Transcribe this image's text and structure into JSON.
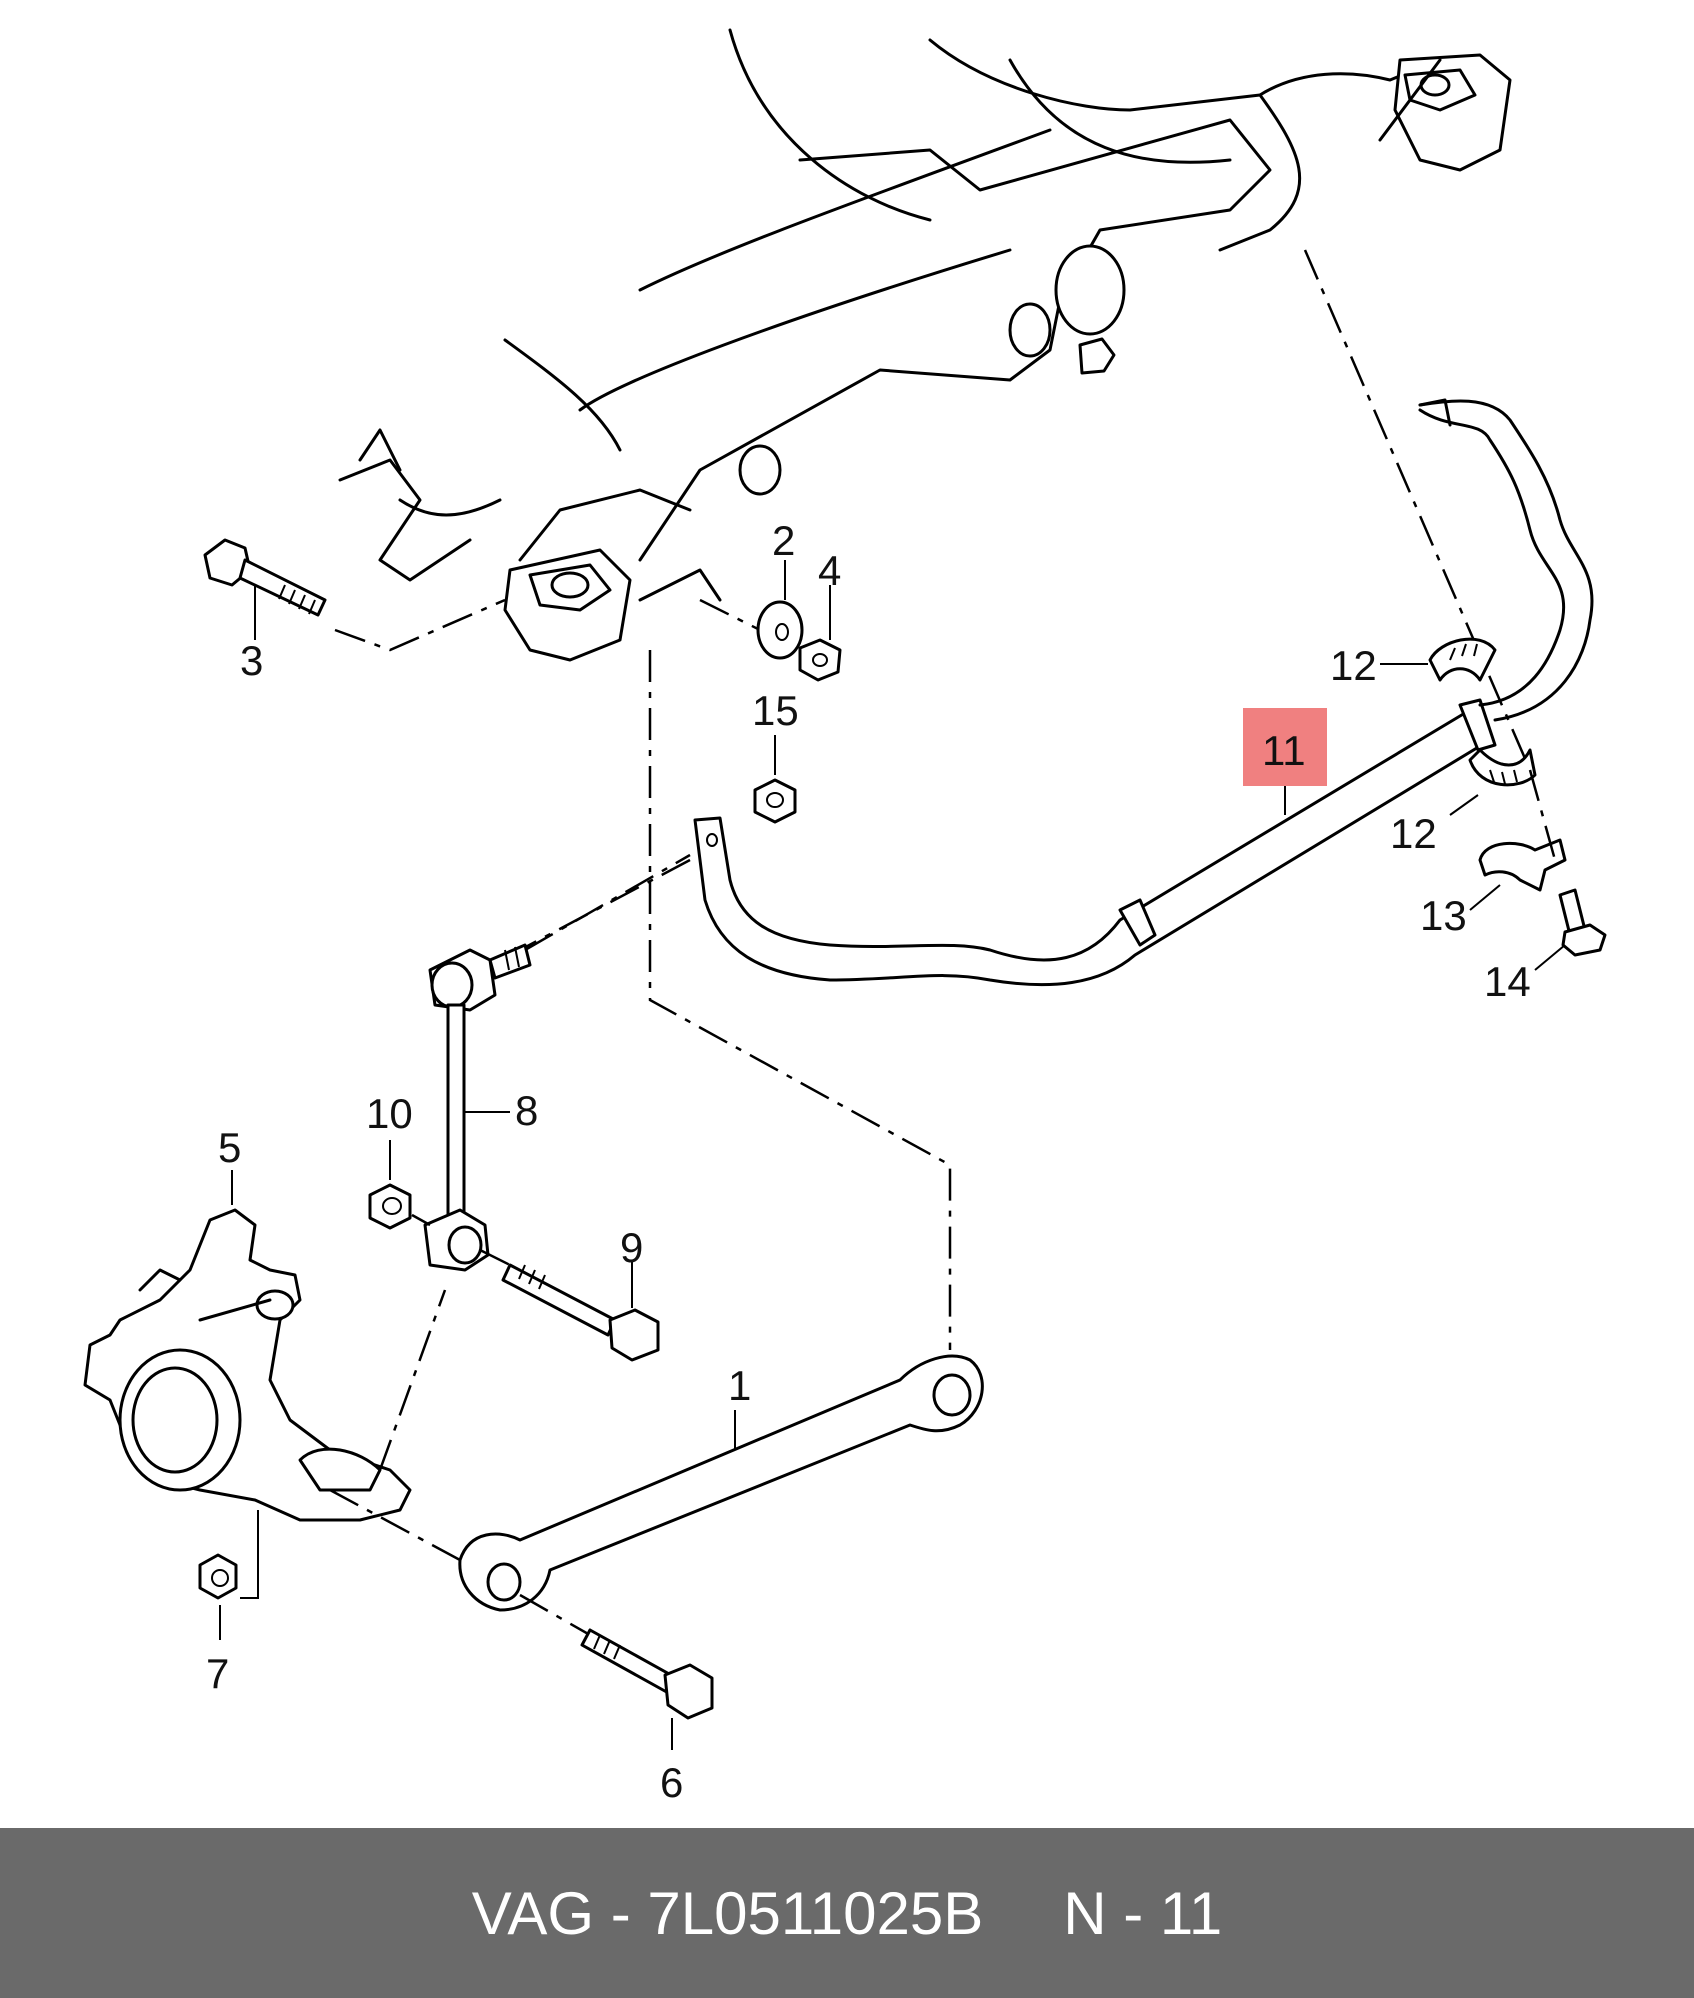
{
  "labels": {
    "p1": "1",
    "p2": "2",
    "p3": "3",
    "p4": "4",
    "p5": "5",
    "p6": "6",
    "p7": "7",
    "p8": "8",
    "p9": "9",
    "p10": "10",
    "p11": "11",
    "p12a": "12",
    "p12b": "12",
    "p13": "13",
    "p14": "14",
    "p15": "15"
  },
  "highlight": {
    "color": "#f08080",
    "part": "11"
  },
  "footer": {
    "brand_part": "VAG - 7L0511025B",
    "position": "N - 11"
  }
}
